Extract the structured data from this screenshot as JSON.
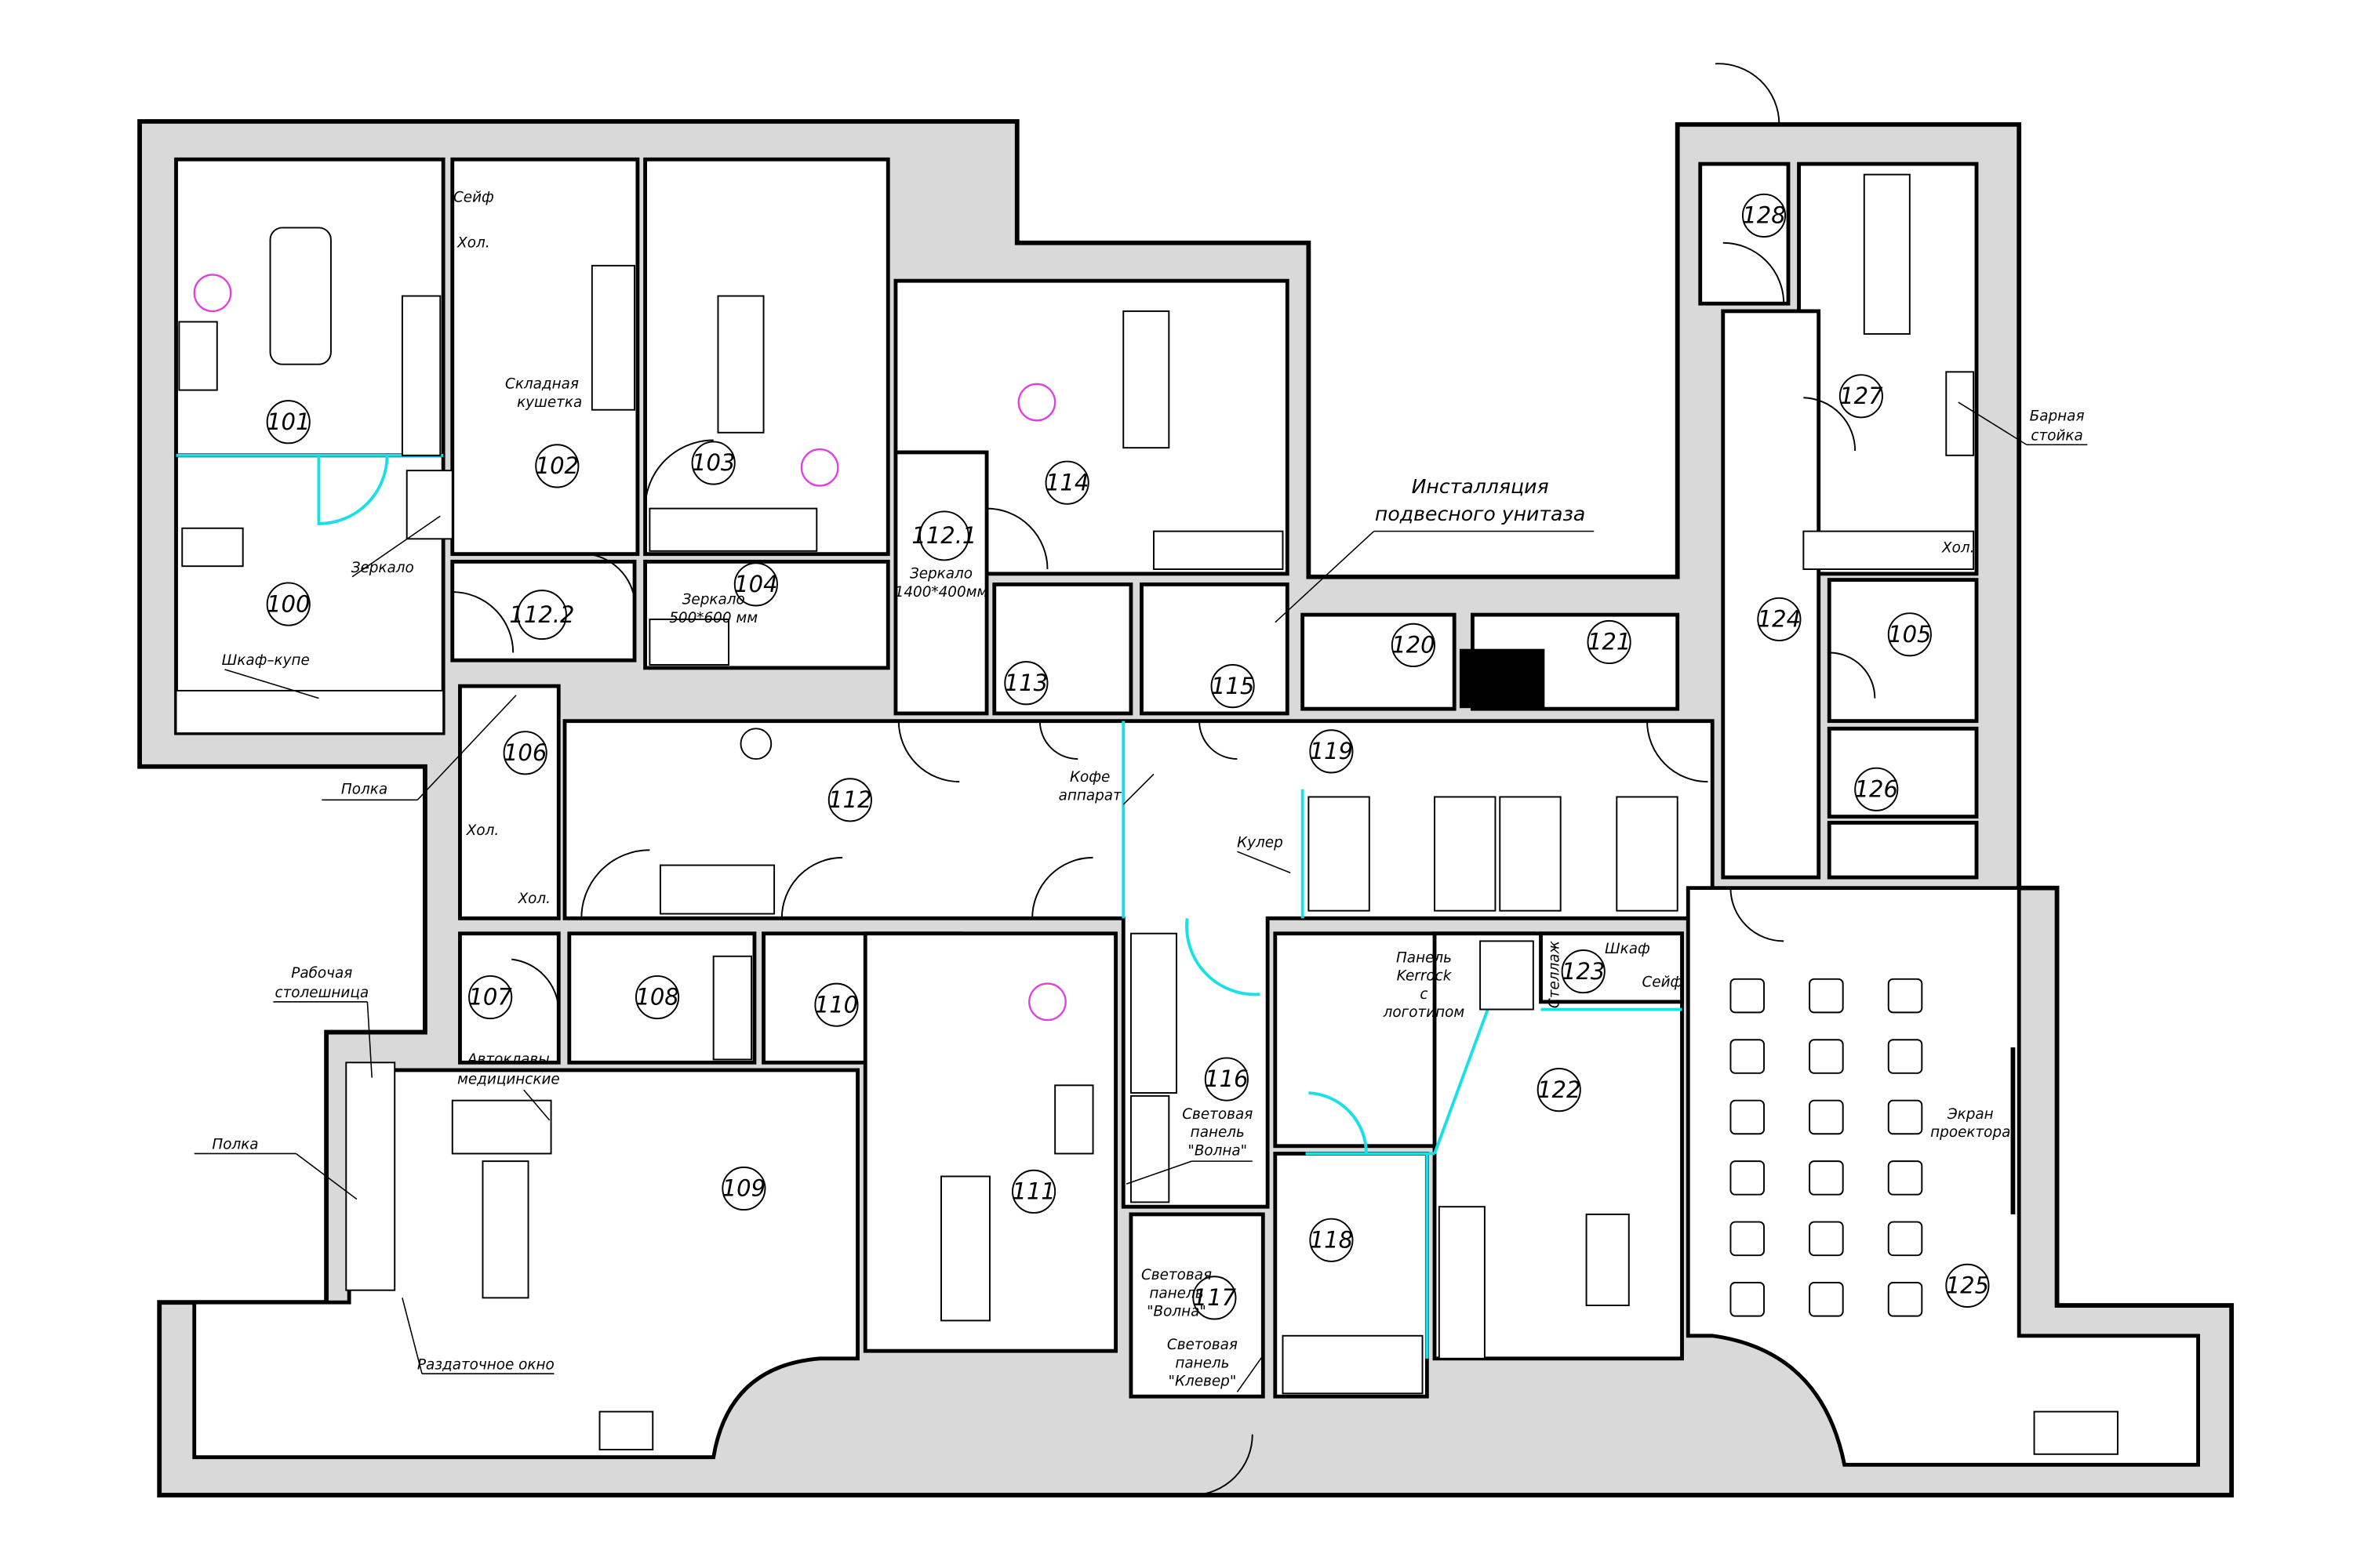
{
  "plan": {
    "rooms": {
      "r100": "100",
      "r101": "101",
      "r102": "102",
      "r103": "103",
      "r104": "104",
      "r105": "105",
      "r106": "106",
      "r107": "107",
      "r108": "108",
      "r109": "109",
      "r110": "110",
      "r111": "111",
      "r112": "112",
      "r112_1": "112.1",
      "r112_2": "112.2",
      "r113": "113",
      "r114": "114",
      "r115": "115",
      "r116": "116",
      "r117": "117",
      "r118": "118",
      "r119": "119",
      "r120": "120",
      "r121": "121",
      "r122": "122",
      "r123": "123",
      "r124": "124",
      "r125": "125",
      "r126": "126",
      "r127": "127",
      "r128": "128"
    },
    "labels": {
      "safe1": "Сейф",
      "fridge1": "Хол.",
      "couch1": "Складная",
      "couch2": "кушетка",
      "mirror1": "Зеркало",
      "wardrobe": "Шкаф–купе",
      "shelf1": "Полка",
      "fridge2": "Хол.",
      "fridge3": "Хол.",
      "mirror2a": "Зеркало",
      "mirror2b": "500*600 мм",
      "mirror3a": "Зеркало",
      "mirror3b": "1400*400мм",
      "install1": "Инсталляция",
      "install2": "подвесного унитаза",
      "coffee1": "Кофе",
      "coffee2": "аппарат",
      "cooler": "Кулер",
      "panel1": "Панель",
      "panel2": "Kerrock",
      "panel3": "с",
      "panel4": "логотипом",
      "rack": "Стеллаж",
      "cabinet": "Шкаф",
      "safe2": "Сейф",
      "bar1": "Барная",
      "bar2": "стойка",
      "fridge4": "Хол.",
      "screen1": "Экран",
      "screen2": "проектора",
      "worktop1": "Рабочая",
      "worktop2": "столешница",
      "autoclave1": "Автоклавы",
      "autoclave2": "медицинские",
      "shelf2": "Полка",
      "window": "Раздаточное окно",
      "wave1a": "Световая",
      "wave1b": "панель",
      "wave1c": "\"Волна\"",
      "wave2a": "Световая",
      "wave2b": "панель",
      "wave2c": "\"Волна\"",
      "clover1": "Световая",
      "clover2": "панель",
      "clover3": "\"Клевер\""
    },
    "colors": {
      "wall": "#d9d9d9",
      "glass": "#19e0e8",
      "marker": "#e040e0",
      "socket": "#f0a030"
    }
  }
}
